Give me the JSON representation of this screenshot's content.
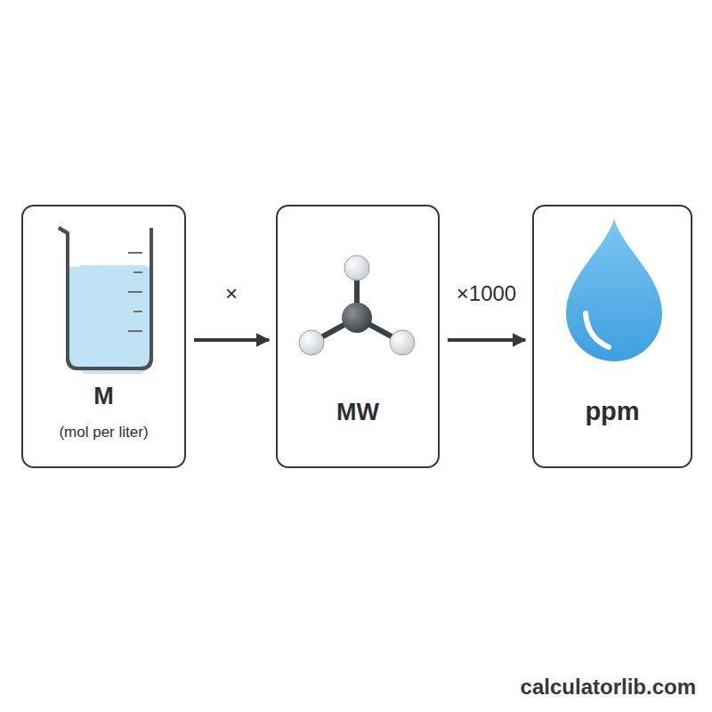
{
  "diagram": {
    "nodes": [
      {
        "text": [
          "M",
          "(mol per liter)"
        ]
      },
      {
        "text": [
          "MW"
        ]
      },
      {
        "text": [
          "ppm"
        ]
      }
    ],
    "edges": [
      {
        "from": 0,
        "to": 1,
        "arrow": "to",
        "label": "×"
      },
      {
        "from": 1,
        "to": 2,
        "arrow": "to",
        "label": "×1000"
      }
    ],
    "labels": [
      "calculatorlib.com"
    ]
  }
}
